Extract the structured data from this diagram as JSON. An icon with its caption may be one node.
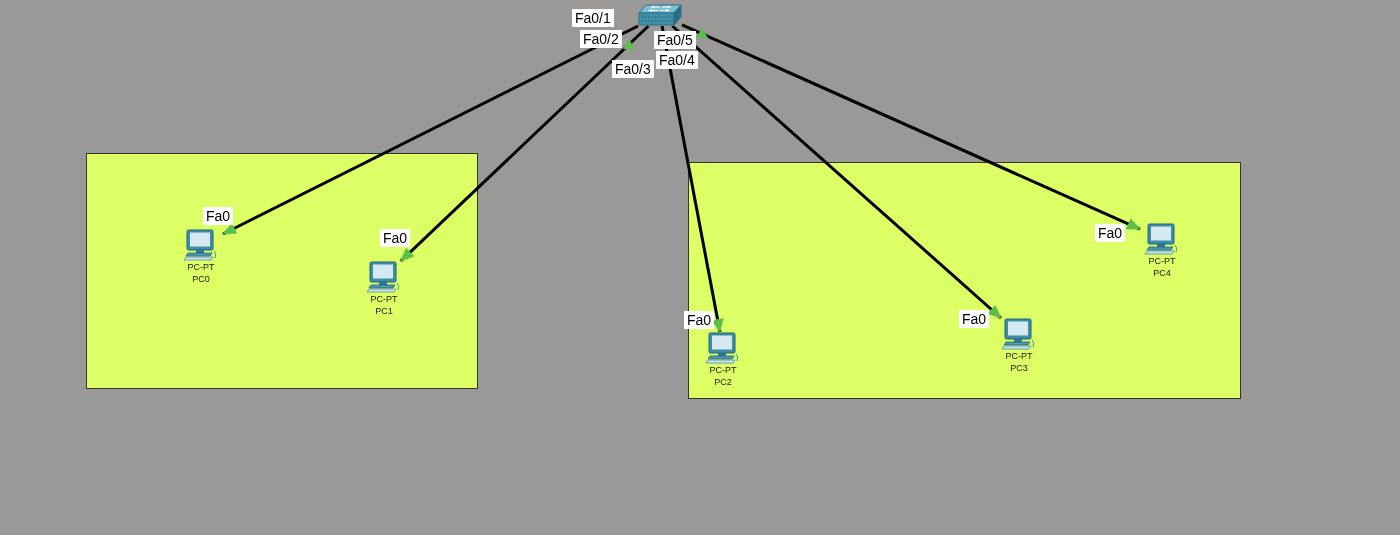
{
  "diagram": {
    "nodes": [
      {
        "text": [],
        "shape": "picture"
      },
      {
        "text": [],
        "shape": "box"
      },
      {
        "text": [
          "PC-PT",
          "PC0"
        ],
        "in": 1
      },
      {
        "text": [
          "PC-PT",
          "PC1"
        ],
        "in": 1
      },
      {
        "text": [],
        "shape": "box"
      },
      {
        "text": [
          "PC-PT",
          "PC2"
        ],
        "in": 4
      },
      {
        "text": [
          "PC-PT",
          "PC3"
        ],
        "in": 4
      },
      {
        "text": [
          "PC-PT",
          "PC4"
        ],
        "in": 4
      }
    ],
    "edges": [
      {
        "from": 0,
        "to": 2,
        "arrow": "to"
      },
      {
        "from": 0,
        "to": 3,
        "arrow": "to"
      },
      {
        "from": 0,
        "to": 5,
        "arrow": "to"
      },
      {
        "from": 0,
        "to": 6,
        "arrow": "to"
      },
      {
        "from": 0,
        "to": 7,
        "arrow": "to"
      }
    ],
    "labels": [
      "Fa0/1",
      "Fa0/2",
      "Fa0/5",
      "Fa0/4",
      "Fa0/3",
      "Fa0",
      "Fa0",
      "Fa0",
      "Fa0",
      "Fa0"
    ]
  }
}
